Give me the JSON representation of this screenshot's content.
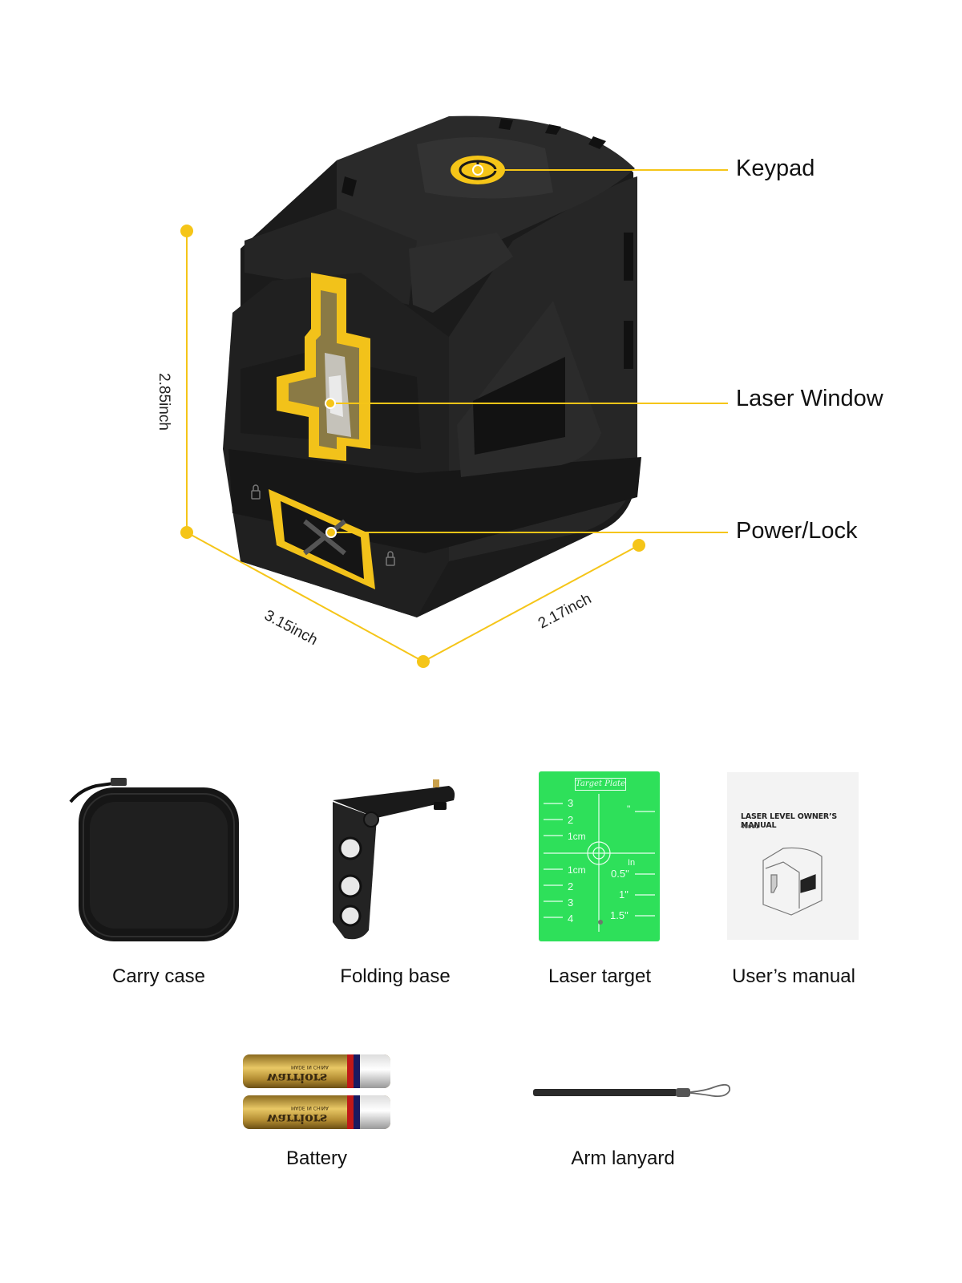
{
  "callouts": {
    "keypad": "Keypad",
    "laser_window": "Laser Window",
    "power_lock": "Power/Lock"
  },
  "dimensions": {
    "height": "2.85inch",
    "width": "3.15inch",
    "depth": "2.17inch"
  },
  "accessories": {
    "carry_case": "Carry case",
    "folding_base": "Folding base",
    "laser_target": "Laser target",
    "users_manual": "User’s manual",
    "battery": "Battery",
    "arm_lanyard": "Arm lanyard"
  },
  "target_plate": {
    "title": "Target Plate",
    "left_scale": [
      "3",
      "2",
      "1cm",
      "1cm",
      "2",
      "3",
      "4"
    ],
    "right_scale": [
      "\"",
      "In",
      "0.5\"",
      "1\"",
      "1.5\""
    ]
  },
  "manual": {
    "title": "LASER LEVEL OWNER’S MANUAL",
    "model": "46901"
  },
  "battery_print": {
    "brand": "warriors",
    "made_in": "MADE IN CHINA"
  },
  "colors": {
    "accent_yellow": "#f5c518",
    "body_black": "#1c1c1c",
    "target_green": "#2ee05a"
  },
  "icons": {
    "keypad_button": "power-lock-icon",
    "lock_symbols": "padlock-icon"
  }
}
